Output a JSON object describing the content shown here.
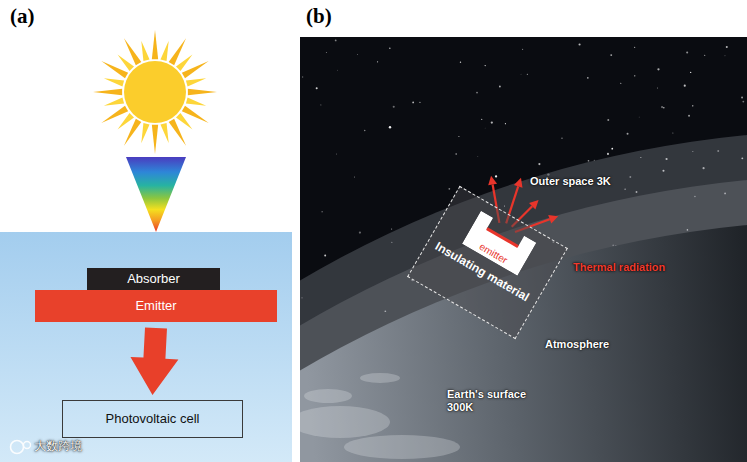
{
  "diagram": {
    "nodes": [
      {
        "text": [
          "Absorber"
        ]
      },
      {
        "text": [
          "Emitter"
        ]
      },
      {
        "text": [
          "Photovoltaic cell"
        ]
      },
      {
        "text": [
          "Insulating material"
        ]
      },
      {
        "text": [
          "emitter"
        ],
        "in": 3
      }
    ],
    "edges": [
      {
        "from": 1,
        "to": 2,
        "arrow": "to"
      }
    ],
    "labels": [
      "(a)",
      "(b)",
      "Outer space 3K",
      "Thermal radiation",
      "Atmosphere",
      "Earth's surface 300K",
      "大数跨境"
    ]
  }
}
